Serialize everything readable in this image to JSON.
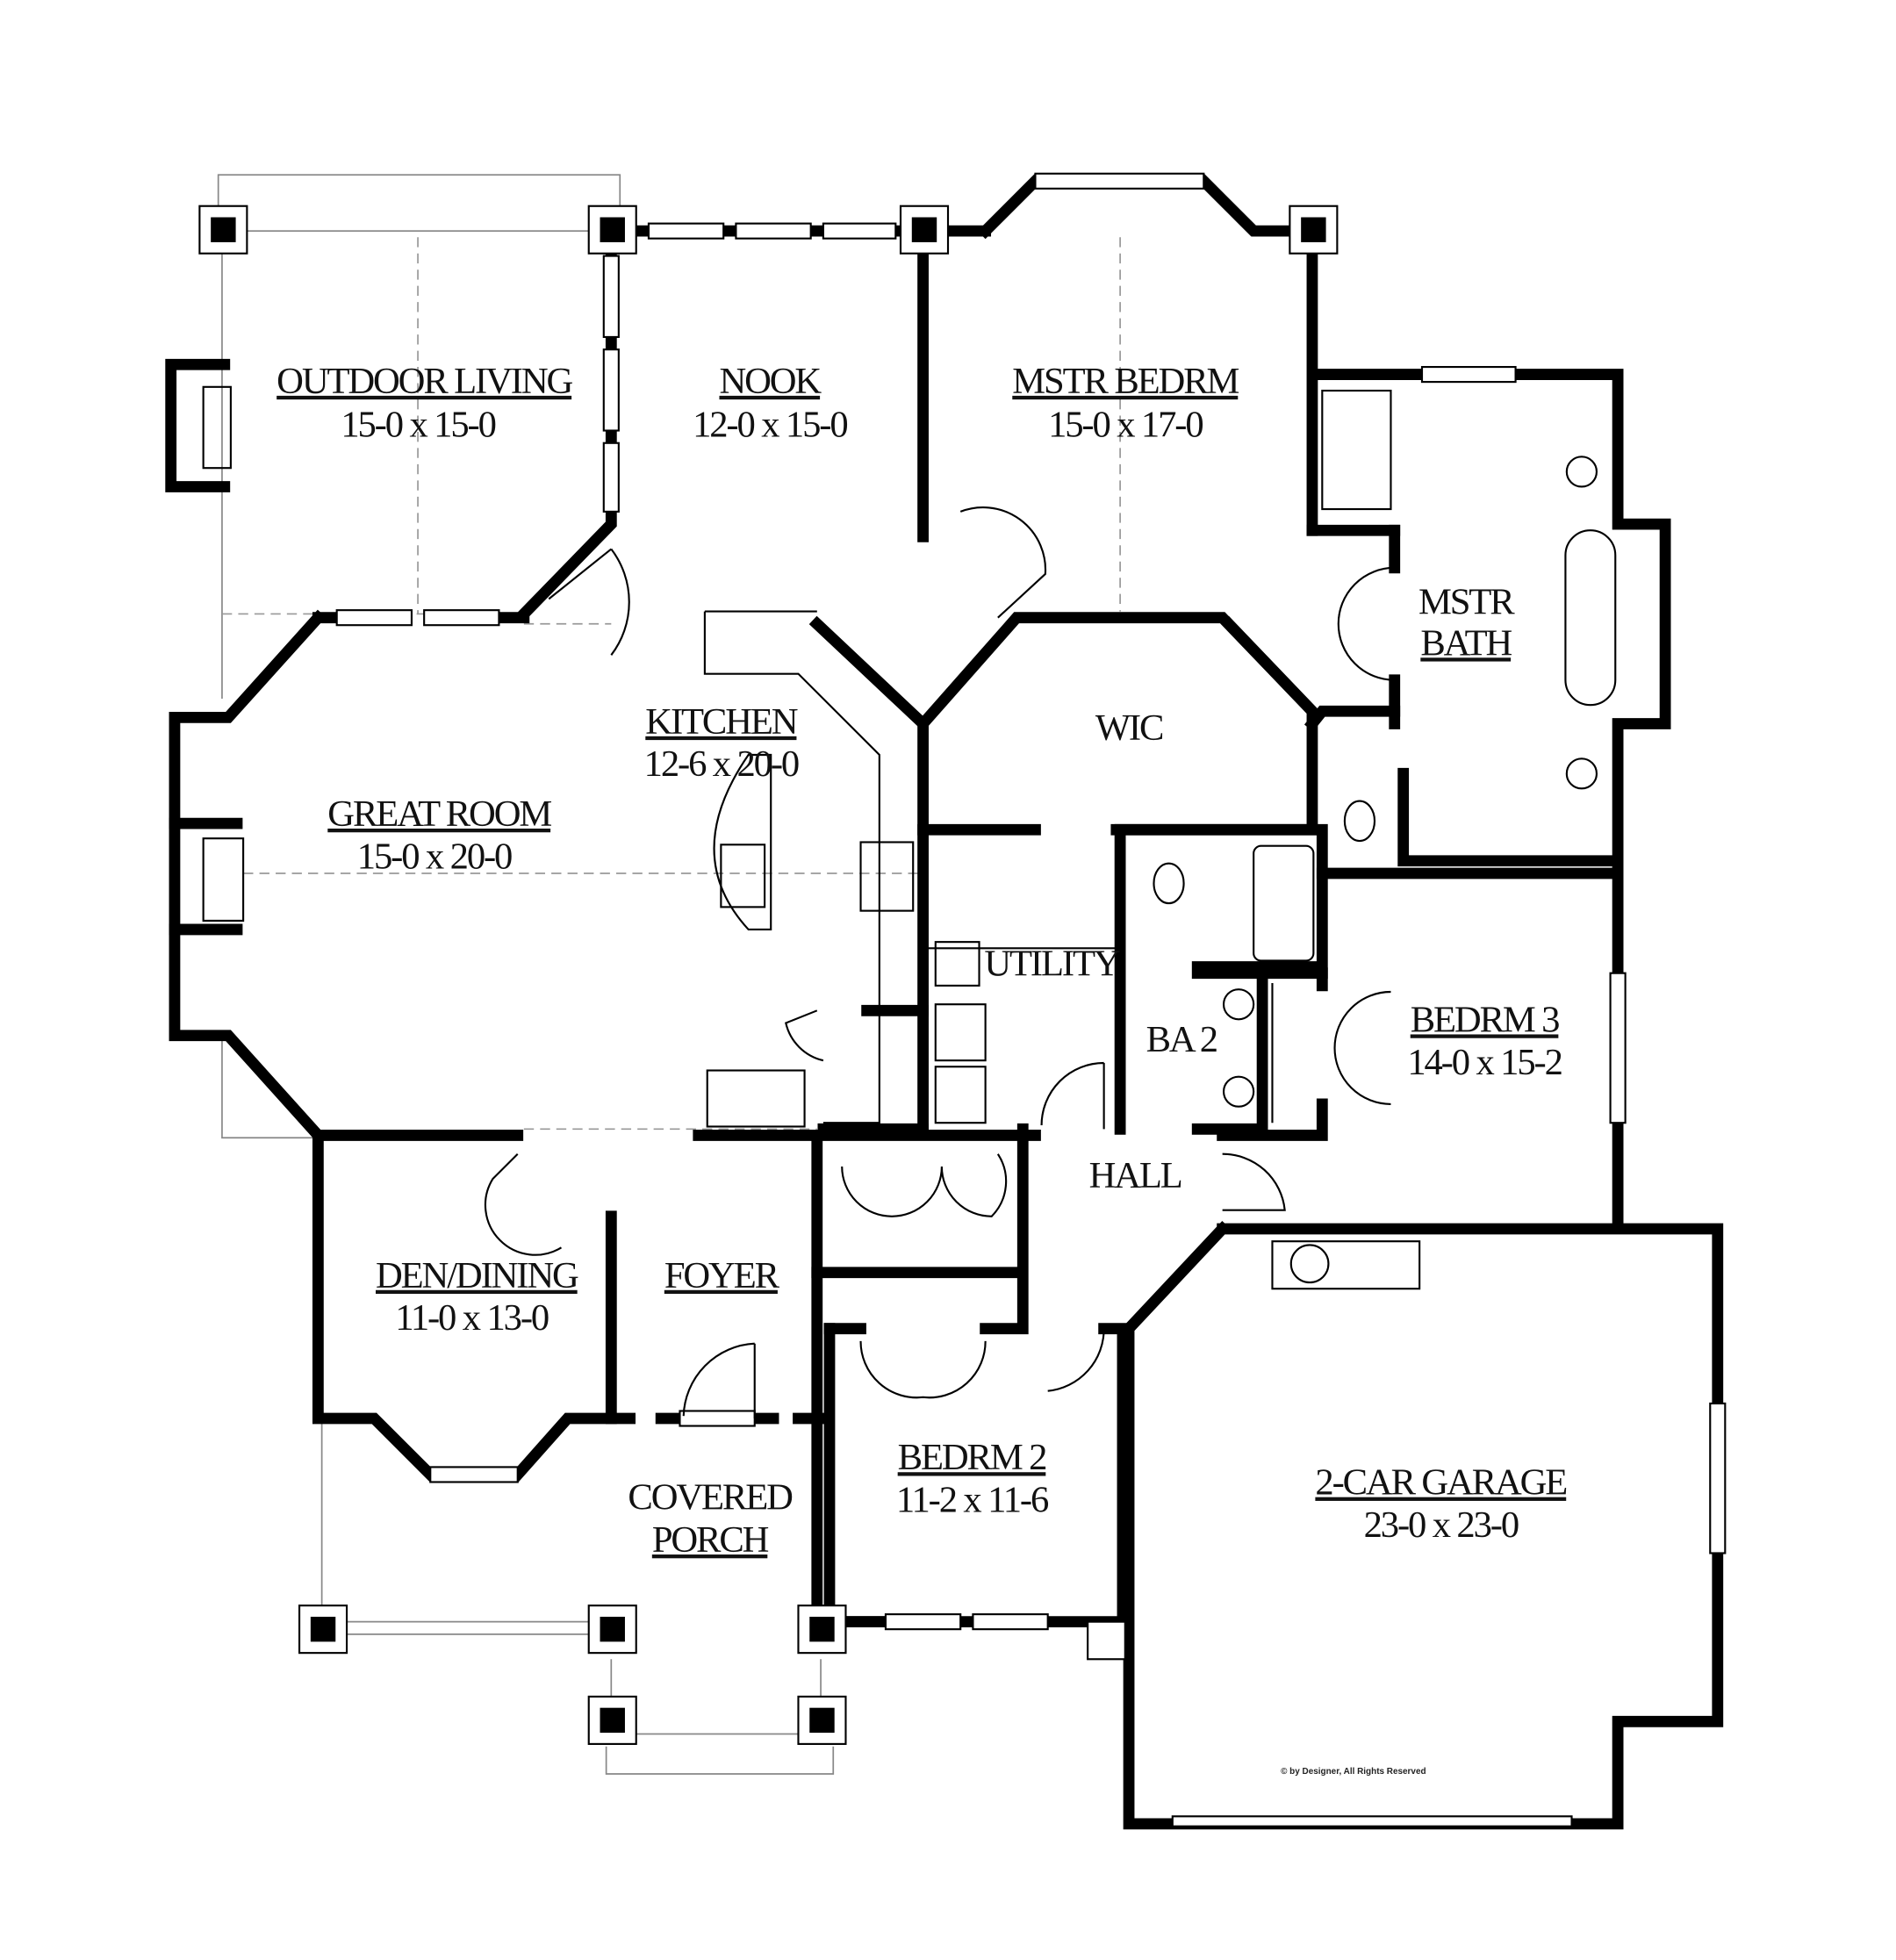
{
  "plan": {
    "rooms": [
      {
        "name": "OUTDOOR LIVING",
        "dims": "15-0 x 15-0"
      },
      {
        "name": "NOOK",
        "dims": "12-0 x 15-0"
      },
      {
        "name": "MSTR BEDRM",
        "dims": "15-0 x 17-0"
      },
      {
        "name": "MSTR",
        "dims": "BATH"
      },
      {
        "name": "KITCHEN",
        "dims": "12-6 x 20-0"
      },
      {
        "name": "WIC",
        "dims": ""
      },
      {
        "name": "GREAT ROOM",
        "dims": "15-0 x 20-0"
      },
      {
        "name": "UTILITY",
        "dims": ""
      },
      {
        "name": "BA 2",
        "dims": ""
      },
      {
        "name": "BEDRM 3",
        "dims": "14-0 x 15-2"
      },
      {
        "name": "HALL",
        "dims": ""
      },
      {
        "name": "DEN/DINING",
        "dims": "11-0 x 13-0"
      },
      {
        "name": "FOYER",
        "dims": ""
      },
      {
        "name": "BEDRM 2",
        "dims": "11-2 x 11-6"
      },
      {
        "name": "COVERED",
        "dims": "PORCH"
      },
      {
        "name": "2-CAR GARAGE",
        "dims": "23-0 x 23-0"
      }
    ],
    "copyright": "© by Designer, All Rights Reserved",
    "colors": {
      "wall": "#000000",
      "background": "#ffffff"
    }
  }
}
